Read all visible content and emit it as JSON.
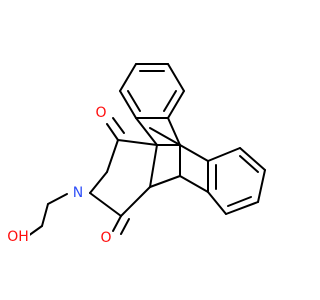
{
  "molecule": {
    "atoms": {
      "oxygen_top": {
        "symbol": "O",
        "color": "#ff0d0d"
      },
      "oxygen_bottom": {
        "symbol": "O",
        "color": "#ff0d0d"
      },
      "nitrogen": {
        "symbol": "N",
        "color": "#3050f8"
      },
      "hydroxyl": {
        "symbol": "OH",
        "color": "#ff0d0d"
      }
    },
    "bond_color": "#000000"
  }
}
